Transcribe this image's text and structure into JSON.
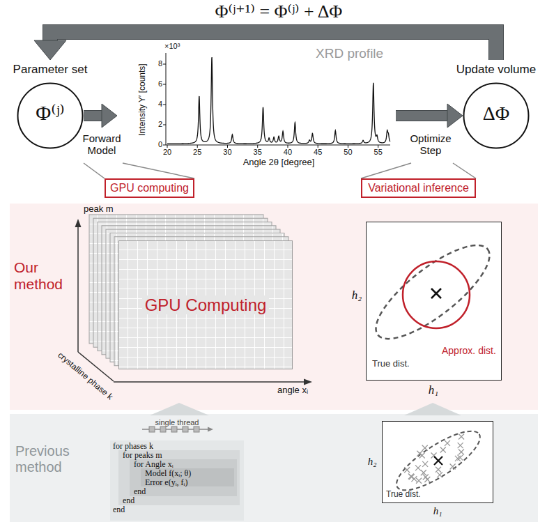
{
  "diagram": {
    "nodes": [
      {
        "text": [
          "Parameter set",
          "Φ⁽ʲ⁾"
        ]
      },
      {
        "text": [
          "XRD profile"
        ]
      },
      {
        "text": [
          "Update volume",
          "ΔΦ"
        ]
      },
      {
        "text": [
          "GPU computing"
        ]
      },
      {
        "text": [
          "Variational inference"
        ]
      },
      {
        "text": [
          "Our method"
        ]
      },
      {
        "text": [
          "GPU Computing"
        ],
        "in": 5
      },
      {
        "text": [
          "True dist.",
          "Approx. dist."
        ],
        "in": 5
      },
      {
        "text": [
          "Previous method"
        ]
      },
      {
        "text": [
          "single thread",
          "for phases k",
          "for peaks m",
          "for Angle xᵢ",
          "Model f(xᵢ; θ)",
          "Error e(yᵢ, fᵢ)",
          "end",
          "end",
          "end"
        ],
        "in": 8
      },
      {
        "text": [
          "True dist."
        ],
        "in": 8
      }
    ],
    "edges": [
      {
        "from": 0,
        "to": 1,
        "arrow": "to",
        "label": "Forward Model"
      },
      {
        "from": 1,
        "to": 2,
        "arrow": "to",
        "label": "Optimize Step"
      },
      {
        "from": 2,
        "to": 0,
        "arrow": "to",
        "label": "Φ⁽ʲ⁺¹⁾ = Φ⁽ʲ⁾ + ΔΦ"
      }
    ],
    "labels": [
      "×10³",
      "Intensity Y′ [counts]",
      "0",
      "2",
      "4",
      "6",
      "8",
      "20",
      "25",
      "30",
      "35",
      "40",
      "45",
      "50",
      "55",
      "Angle 2θ [degree]",
      "peak m",
      "crystalline phase k",
      "angle xᵢ",
      "h₂",
      "h₁",
      "h₂",
      "h₁"
    ]
  }
}
